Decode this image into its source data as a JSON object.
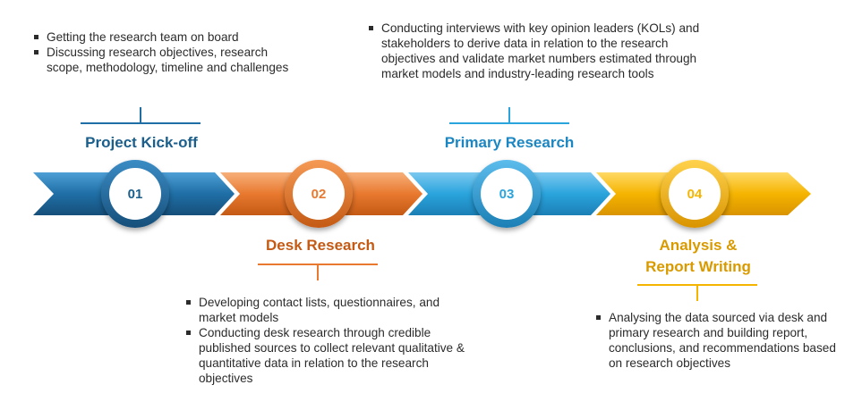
{
  "colors": {
    "blue": "#1f6fa6",
    "orange": "#e8792f",
    "light_blue": "#2aa4dd",
    "yellow": "#f5b400",
    "title_blue": "#1a5e8c",
    "title_orange": "#c45a14",
    "title_light_blue": "#1b86c2",
    "title_yellow": "#d99a00"
  },
  "stages": [
    {
      "number": "01",
      "title": "Project Kick-off",
      "bullets": [
        "Getting the research team on board",
        "Discussing research objectives, research scope, methodology, timeline and challenges"
      ]
    },
    {
      "number": "02",
      "title": "Desk Research",
      "bullets": [
        "Developing contact lists, questionnaires, and market models",
        "Conducting desk research through credible published sources to collect relevant qualitative & quantitative data in relation to the research objectives"
      ]
    },
    {
      "number": "03",
      "title": "Primary Research",
      "bullets": [
        "Conducting interviews with key opinion leaders (KOLs) and stakeholders to derive data in relation to the research objectives and validate market numbers estimated through market models and industry-leading research tools"
      ]
    },
    {
      "number": "04",
      "title_line1": "Analysis &",
      "title_line2": "Report Writing",
      "bullets": [
        "Analysing the data sourced via desk and primary research  and building report, conclusions, and recommendations based on research objectives"
      ]
    }
  ]
}
